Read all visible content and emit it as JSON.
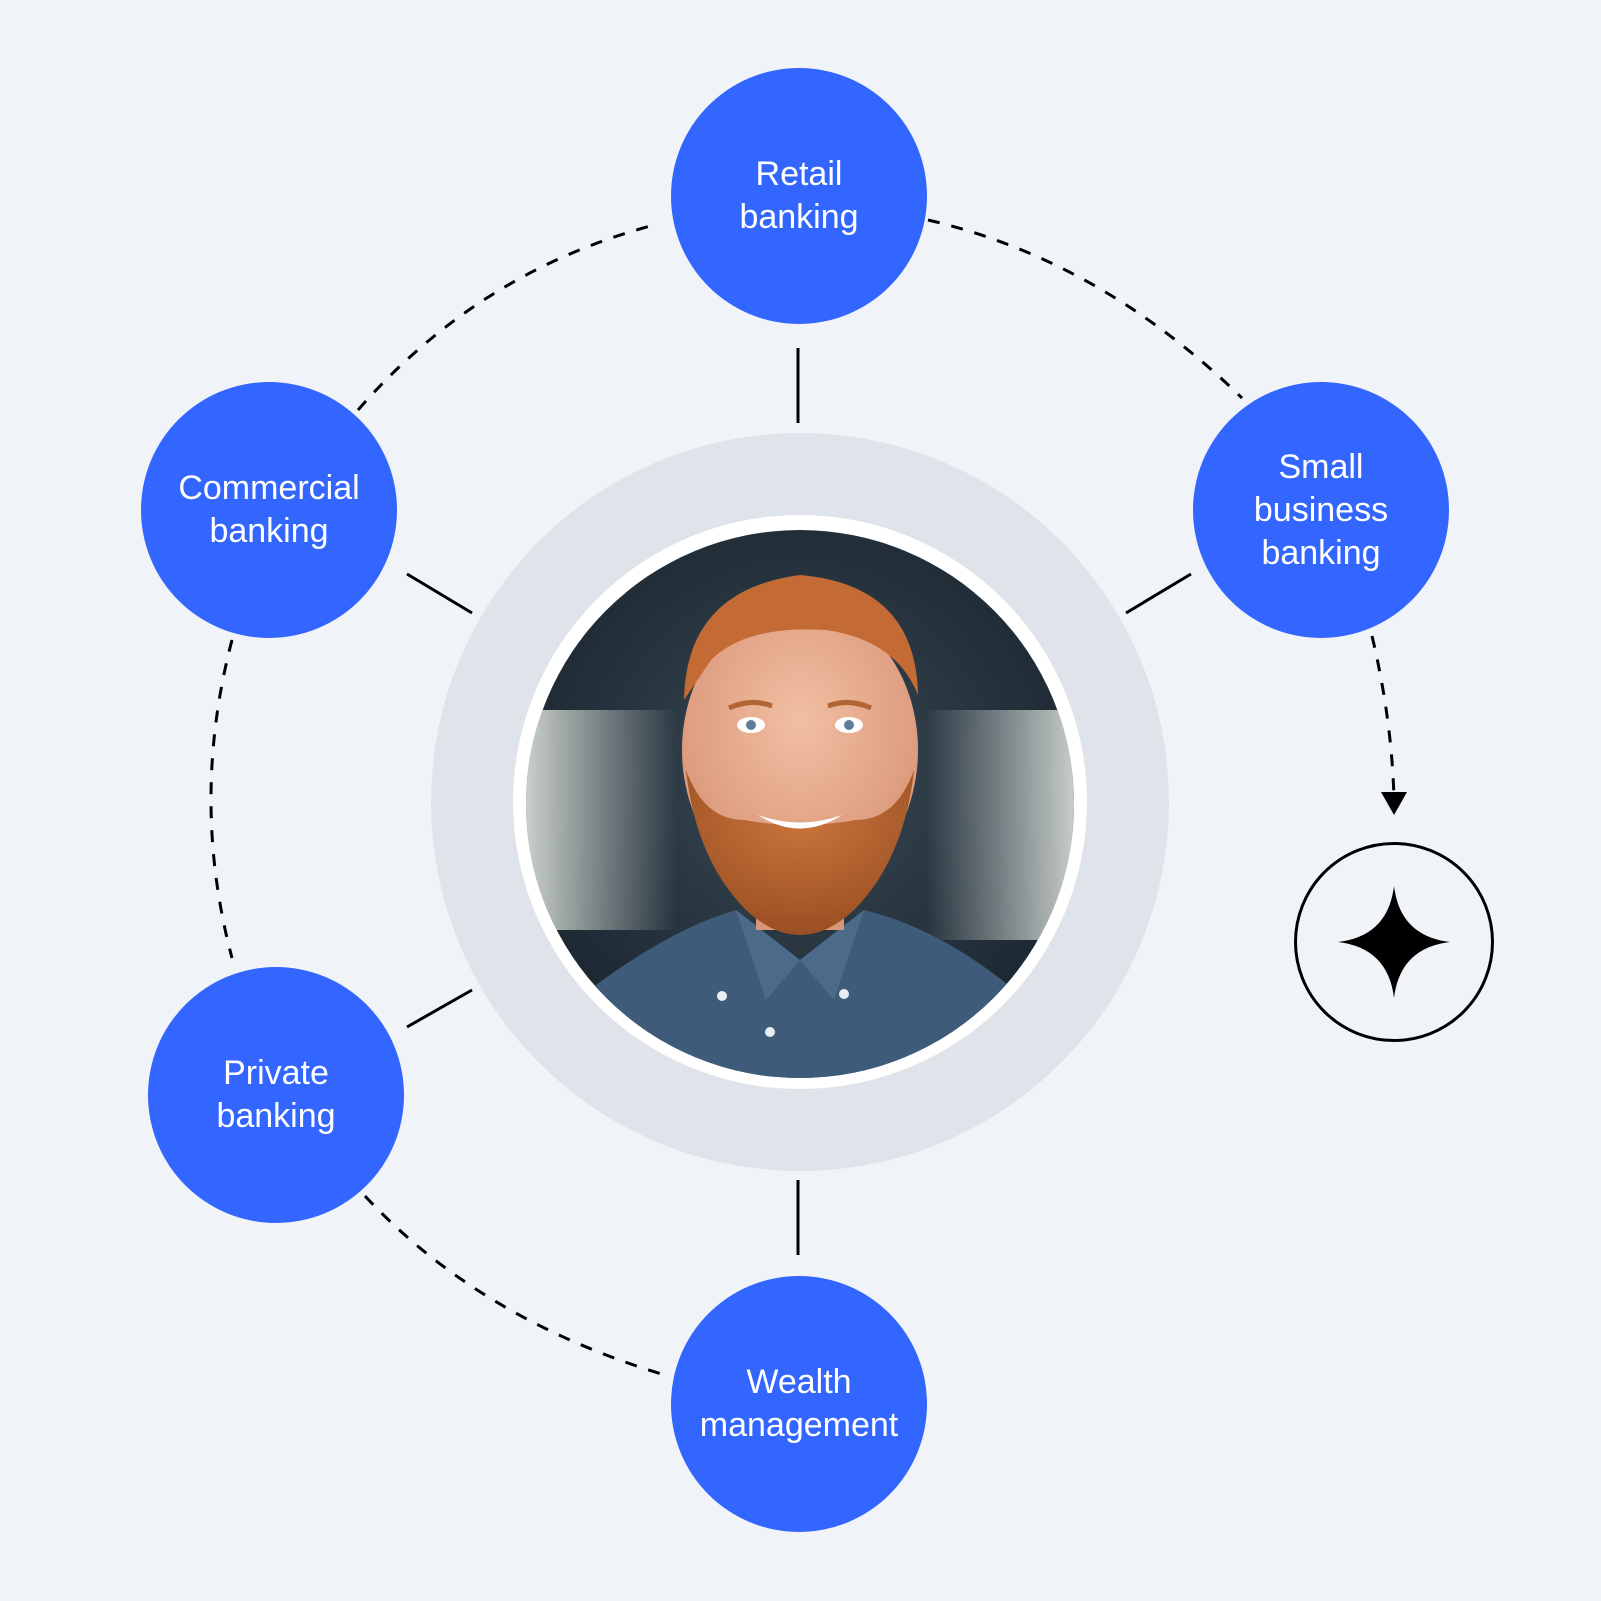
{
  "colors": {
    "background": "#F0F4F8",
    "node_fill": "#3366FF",
    "node_text": "#FFFFFF",
    "hub_ring": "#DFE4EA",
    "hub_border": "#FFFFFF",
    "connector": "#000000"
  },
  "center": {
    "portrait": "smiling man with red hair and beard wearing a blue denim shirt"
  },
  "nodes": [
    {
      "id": "retail",
      "label": "Retail\nbanking"
    },
    {
      "id": "small-business",
      "label": "Small\nbusiness\nbanking"
    },
    {
      "id": "commercial",
      "label": "Commercial\nbanking"
    },
    {
      "id": "private",
      "label": "Private\nbanking"
    },
    {
      "id": "wealth",
      "label": "Wealth\nmanagement"
    }
  ],
  "badge": {
    "icon": "sparkle-star-icon"
  }
}
